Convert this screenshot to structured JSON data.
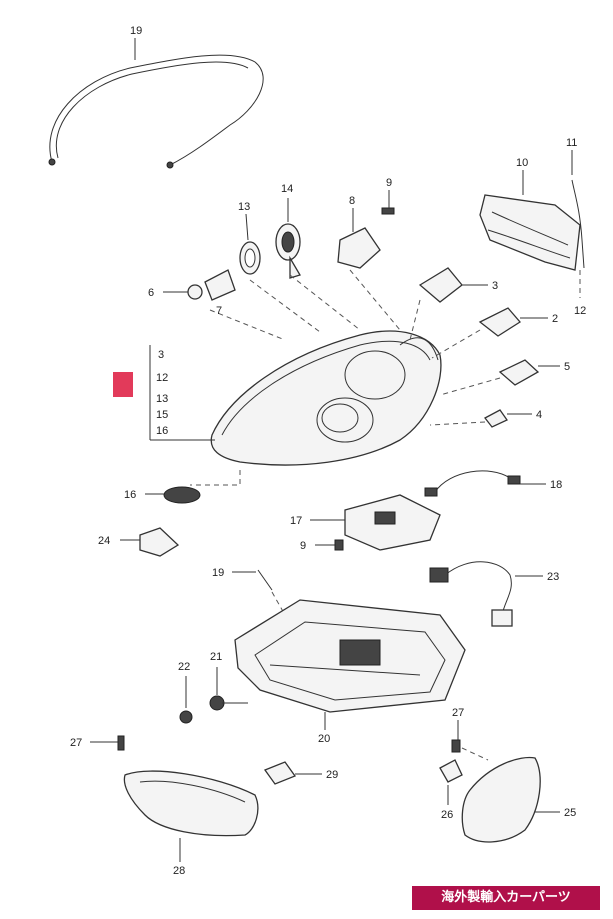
{
  "callouts": {
    "c19": "19",
    "c14": "14",
    "c13": "13",
    "c8a": "8",
    "c9a": "9",
    "c10": "10",
    "c11": "11",
    "c7": "7",
    "c6": "6",
    "c3a": "3",
    "c2": "2",
    "c12a": "12",
    "c5": "5",
    "c4": "4",
    "stack_3": "3",
    "stack_12": "12",
    "stack_13": "13",
    "stack_15": "15",
    "stack_16": "16",
    "c16": "16",
    "c18": "18",
    "c24": "24",
    "c17": "17",
    "c9b": "9",
    "c19b": "19",
    "c23": "23",
    "c22": "22",
    "c21": "21",
    "c20": "20",
    "c27a": "27",
    "c27b": "27",
    "c29": "29",
    "c26": "26",
    "c25": "25",
    "c28": "28"
  },
  "highlight_color": "#e23a5a",
  "watermark": {
    "text": "海外製輸入カーパーツ",
    "bg": "#b0104a"
  }
}
